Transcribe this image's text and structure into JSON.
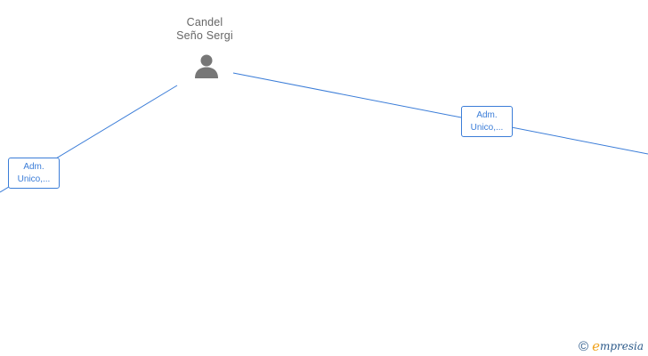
{
  "person": {
    "name_line1": "Candel",
    "name_line2": "Seño Sergi",
    "icon": "person-icon"
  },
  "relations": [
    {
      "label_line1": "Adm.",
      "label_line2": "Unico,..."
    },
    {
      "label_line1": "Adm.",
      "label_line2": "Unico,..."
    }
  ],
  "branding": {
    "copyright_symbol": "©",
    "logo_first_letter": "e",
    "logo_rest": "mpresia"
  },
  "colors": {
    "edge": "#3b7dd8",
    "label_text": "#3b7dd8",
    "person_text": "#666666",
    "person_icon": "#777777",
    "logo_accent": "#f0a21b",
    "logo_text": "#2c5a8a"
  }
}
